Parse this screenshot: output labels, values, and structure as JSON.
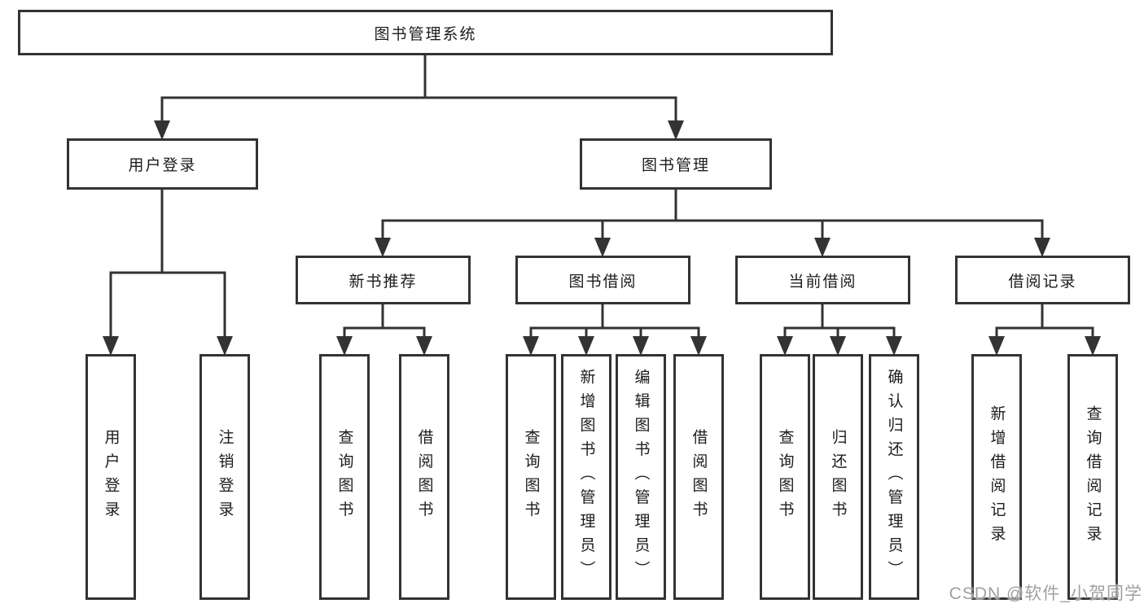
{
  "diagram": {
    "root": {
      "label": "图书管理系统"
    },
    "branches": [
      {
        "label": "用户登录",
        "children": [
          {
            "label": "用户登录"
          },
          {
            "label": "注销登录"
          }
        ]
      },
      {
        "label": "图书管理",
        "children": [
          {
            "label": "新书推荐",
            "children": [
              {
                "label": "查询图书"
              },
              {
                "label": "借阅图书"
              }
            ]
          },
          {
            "label": "图书借阅",
            "children": [
              {
                "label": "查询图书"
              },
              {
                "label": "新增图书（管理员）"
              },
              {
                "label": "编辑图书（管理员）"
              },
              {
                "label": "借阅图书"
              }
            ]
          },
          {
            "label": "当前借阅",
            "children": [
              {
                "label": "查询图书"
              },
              {
                "label": "归还图书"
              },
              {
                "label": "确认归还（管理员）"
              }
            ]
          },
          {
            "label": "借阅记录",
            "children": [
              {
                "label": "新增借阅记录"
              },
              {
                "label": "查询借阅记录"
              }
            ]
          }
        ]
      }
    ]
  },
  "watermark": {
    "text": "CSDN @软件_小贺同学"
  },
  "colors": {
    "box_border": "#333333",
    "connector": "#333333",
    "text": "#1c1c1c",
    "watermark": "#969696",
    "background": "#ffffff"
  }
}
